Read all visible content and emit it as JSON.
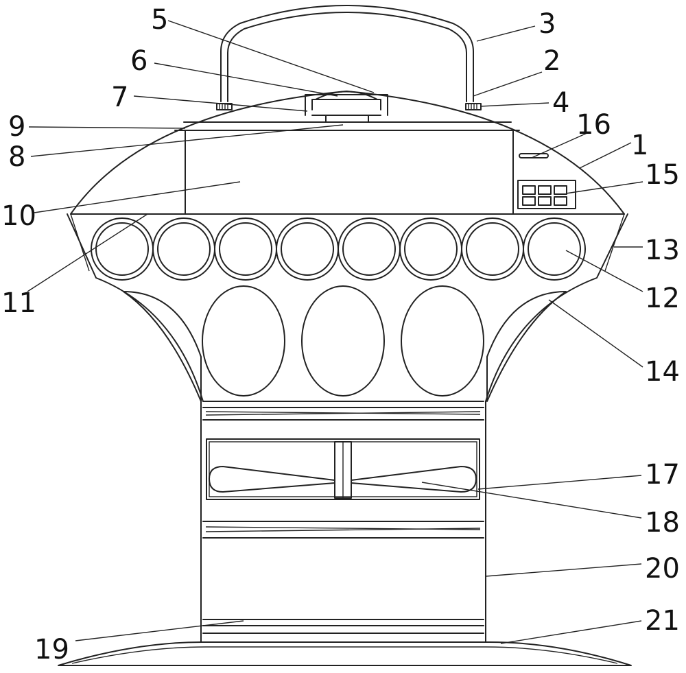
{
  "diagram": {
    "labels": [
      "1",
      "2",
      "3",
      "4",
      "5",
      "6",
      "7",
      "8",
      "9",
      "10",
      "11",
      "12",
      "13",
      "14",
      "15",
      "16",
      "17",
      "18",
      "19",
      "20",
      "21"
    ],
    "counts": {
      "round_windows": 8,
      "oval_openings": 3,
      "display_digits": 6
    }
  }
}
